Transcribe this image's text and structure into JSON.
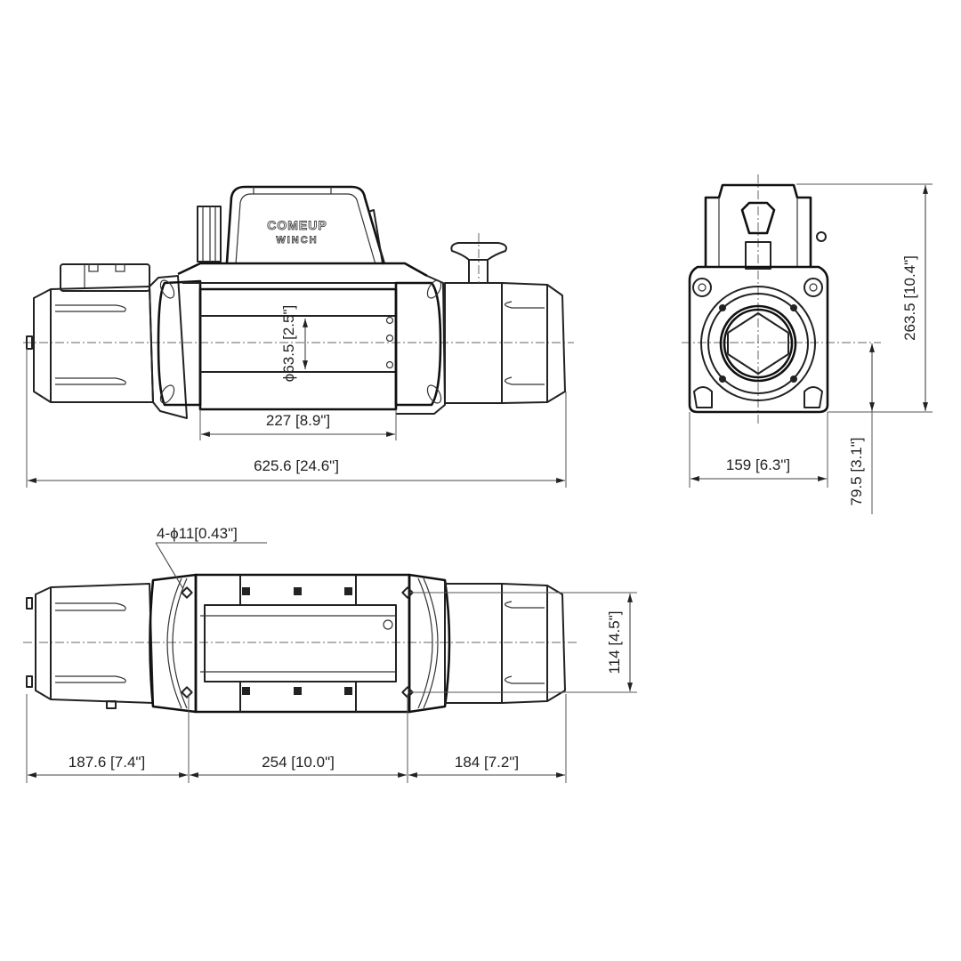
{
  "drawing": {
    "brand_logo": {
      "line1": "COMEUP",
      "line2": "WINCH"
    },
    "views": {
      "side_view": {
        "dimensions": {
          "drum_diameter": "ϕ63.5 [2.5\"]",
          "drum_length": "227 [8.9\"]",
          "overall_length": "625.6 [24.6\"]"
        }
      },
      "end_view": {
        "dimensions": {
          "overall_height": "263.5 [10.4\"]",
          "width": "159 [6.3\"]",
          "centerline_height": "79.5 [3.1\"]"
        }
      },
      "bottom_view": {
        "dimensions": {
          "mounting_holes": "4-ϕ11[0.43\"]",
          "mount_spacing_width": "114 [4.5\"]",
          "left_offset": "187.6 [7.4\"]",
          "mount_spacing_length": "254 [10.0\"]",
          "right_offset": "184 [7.2\"]"
        }
      }
    },
    "colors": {
      "line": "#222222",
      "background": "#ffffff"
    }
  }
}
